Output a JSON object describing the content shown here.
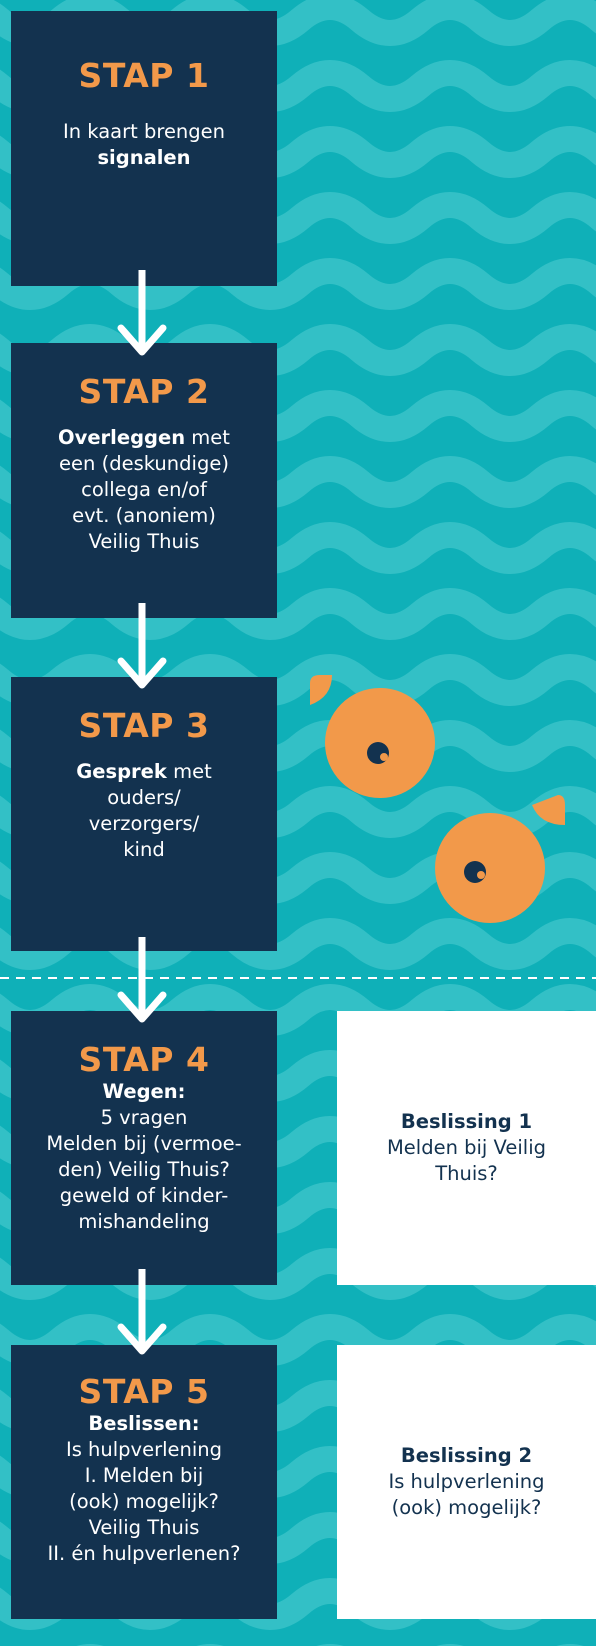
{
  "colors": {
    "background": "#0fb0b8",
    "box": "#13324f",
    "accent": "#f2994a",
    "text": "#ffffff"
  },
  "steps": [
    {
      "title": "STAP 1",
      "lines": [
        [
          "",
          "In kaart brengen",
          ""
        ],
        [
          "signalen",
          "",
          ""
        ]
      ]
    },
    {
      "title": "STAP 2",
      "lines": [
        [
          "Overleggen",
          " met",
          ""
        ],
        [
          "",
          "een (deskundige)",
          ""
        ],
        [
          "",
          "collega en/of",
          ""
        ],
        [
          "",
          "evt. (anoniem)",
          ""
        ],
        [
          "",
          "Veilig Thuis",
          ""
        ]
      ]
    },
    {
      "title": "STAP 3",
      "lines": [
        [
          "Gesprek",
          " met",
          ""
        ],
        [
          "",
          "ouders/",
          ""
        ],
        [
          "",
          "verzorgers/",
          ""
        ],
        [
          "",
          "kind",
          ""
        ]
      ]
    },
    {
      "title": "STAP 4",
      "lines": [
        [
          "Wegen:",
          "",
          ""
        ],
        [
          "",
          "5 vragen",
          ""
        ],
        [
          "",
          "Melden bij (vermoe-",
          ""
        ],
        [
          "",
          "den) Veilig Thuis?",
          ""
        ],
        [
          "",
          "geweld of kinder-",
          ""
        ],
        [
          "",
          "mishandeling",
          ""
        ]
      ]
    },
    {
      "title": "STAP 5",
      "lines": [
        [
          "Beslissen:",
          "",
          ""
        ],
        [
          "",
          "Is hulpverlening",
          ""
        ],
        [
          "",
          "I. Melden bij",
          ""
        ],
        [
          "",
          "(ook) mogelijk?",
          ""
        ],
        [
          "",
          "Veilig Thuis",
          ""
        ],
        [
          "",
          "II. én hulpverlenen?",
          ""
        ]
      ]
    }
  ],
  "decisions": [
    {
      "title": "Beslissing 1",
      "lines": [
        "Melden bij Veilig",
        "Thuis?"
      ]
    },
    {
      "title": "Beslissing 2",
      "lines": [
        "Is hulpverlening",
        "(ook) mogelijk?"
      ]
    }
  ],
  "icons": {
    "arrow": "down-arrow-icon",
    "decoration": "fish-icon"
  }
}
